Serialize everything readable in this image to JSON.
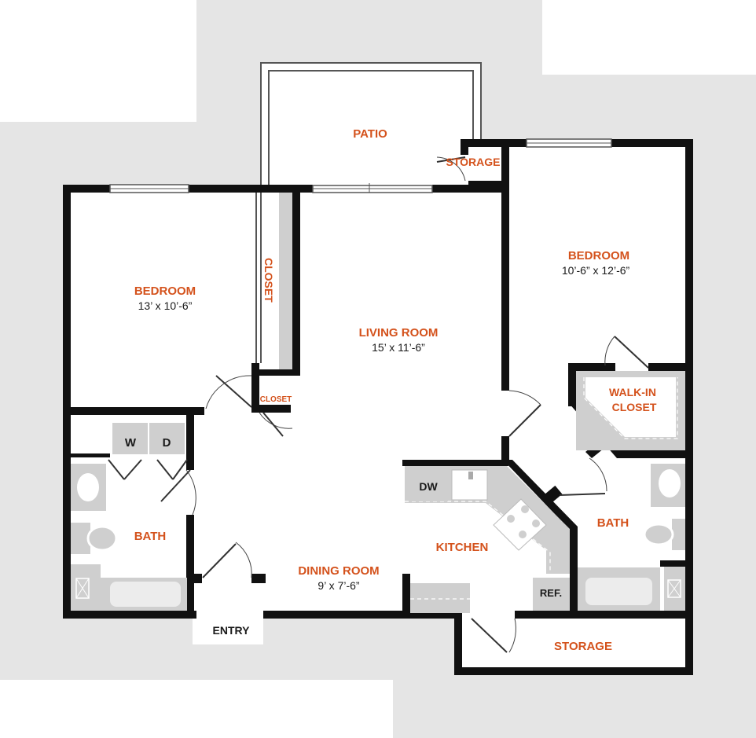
{
  "rooms": {
    "patio": "PATIO",
    "storage_top": "STORAGE",
    "bedroom_left": {
      "name": "BEDROOM",
      "size": "13’ x 10’-6”"
    },
    "closet_vertical": "CLOSET",
    "closet_small": "CLOSET",
    "living_room": {
      "name": "LIVING ROOM",
      "size": "15’ x 11’-6”"
    },
    "bedroom_right": {
      "name": "BEDROOM",
      "size": "10’-6” x 12’-6”"
    },
    "walk_in_closet": {
      "line1": "WALK-IN",
      "line2": "CLOSET"
    },
    "bath_left": "BATH",
    "bath_right": "BATH",
    "kitchen": "KITCHEN",
    "dining_room": {
      "name": "DINING ROOM",
      "size": "9’ x 7’-6”"
    },
    "storage_bottom": "STORAGE"
  },
  "appliances": {
    "washer": "W",
    "dryer": "D",
    "dishwasher": "DW",
    "refrigerator": "REF."
  },
  "entry": "ENTRY",
  "colors": {
    "label": "#d4521c",
    "wall": "#111111",
    "fixture": "#cfcfcf",
    "background_gray": "#e5e5e5"
  }
}
